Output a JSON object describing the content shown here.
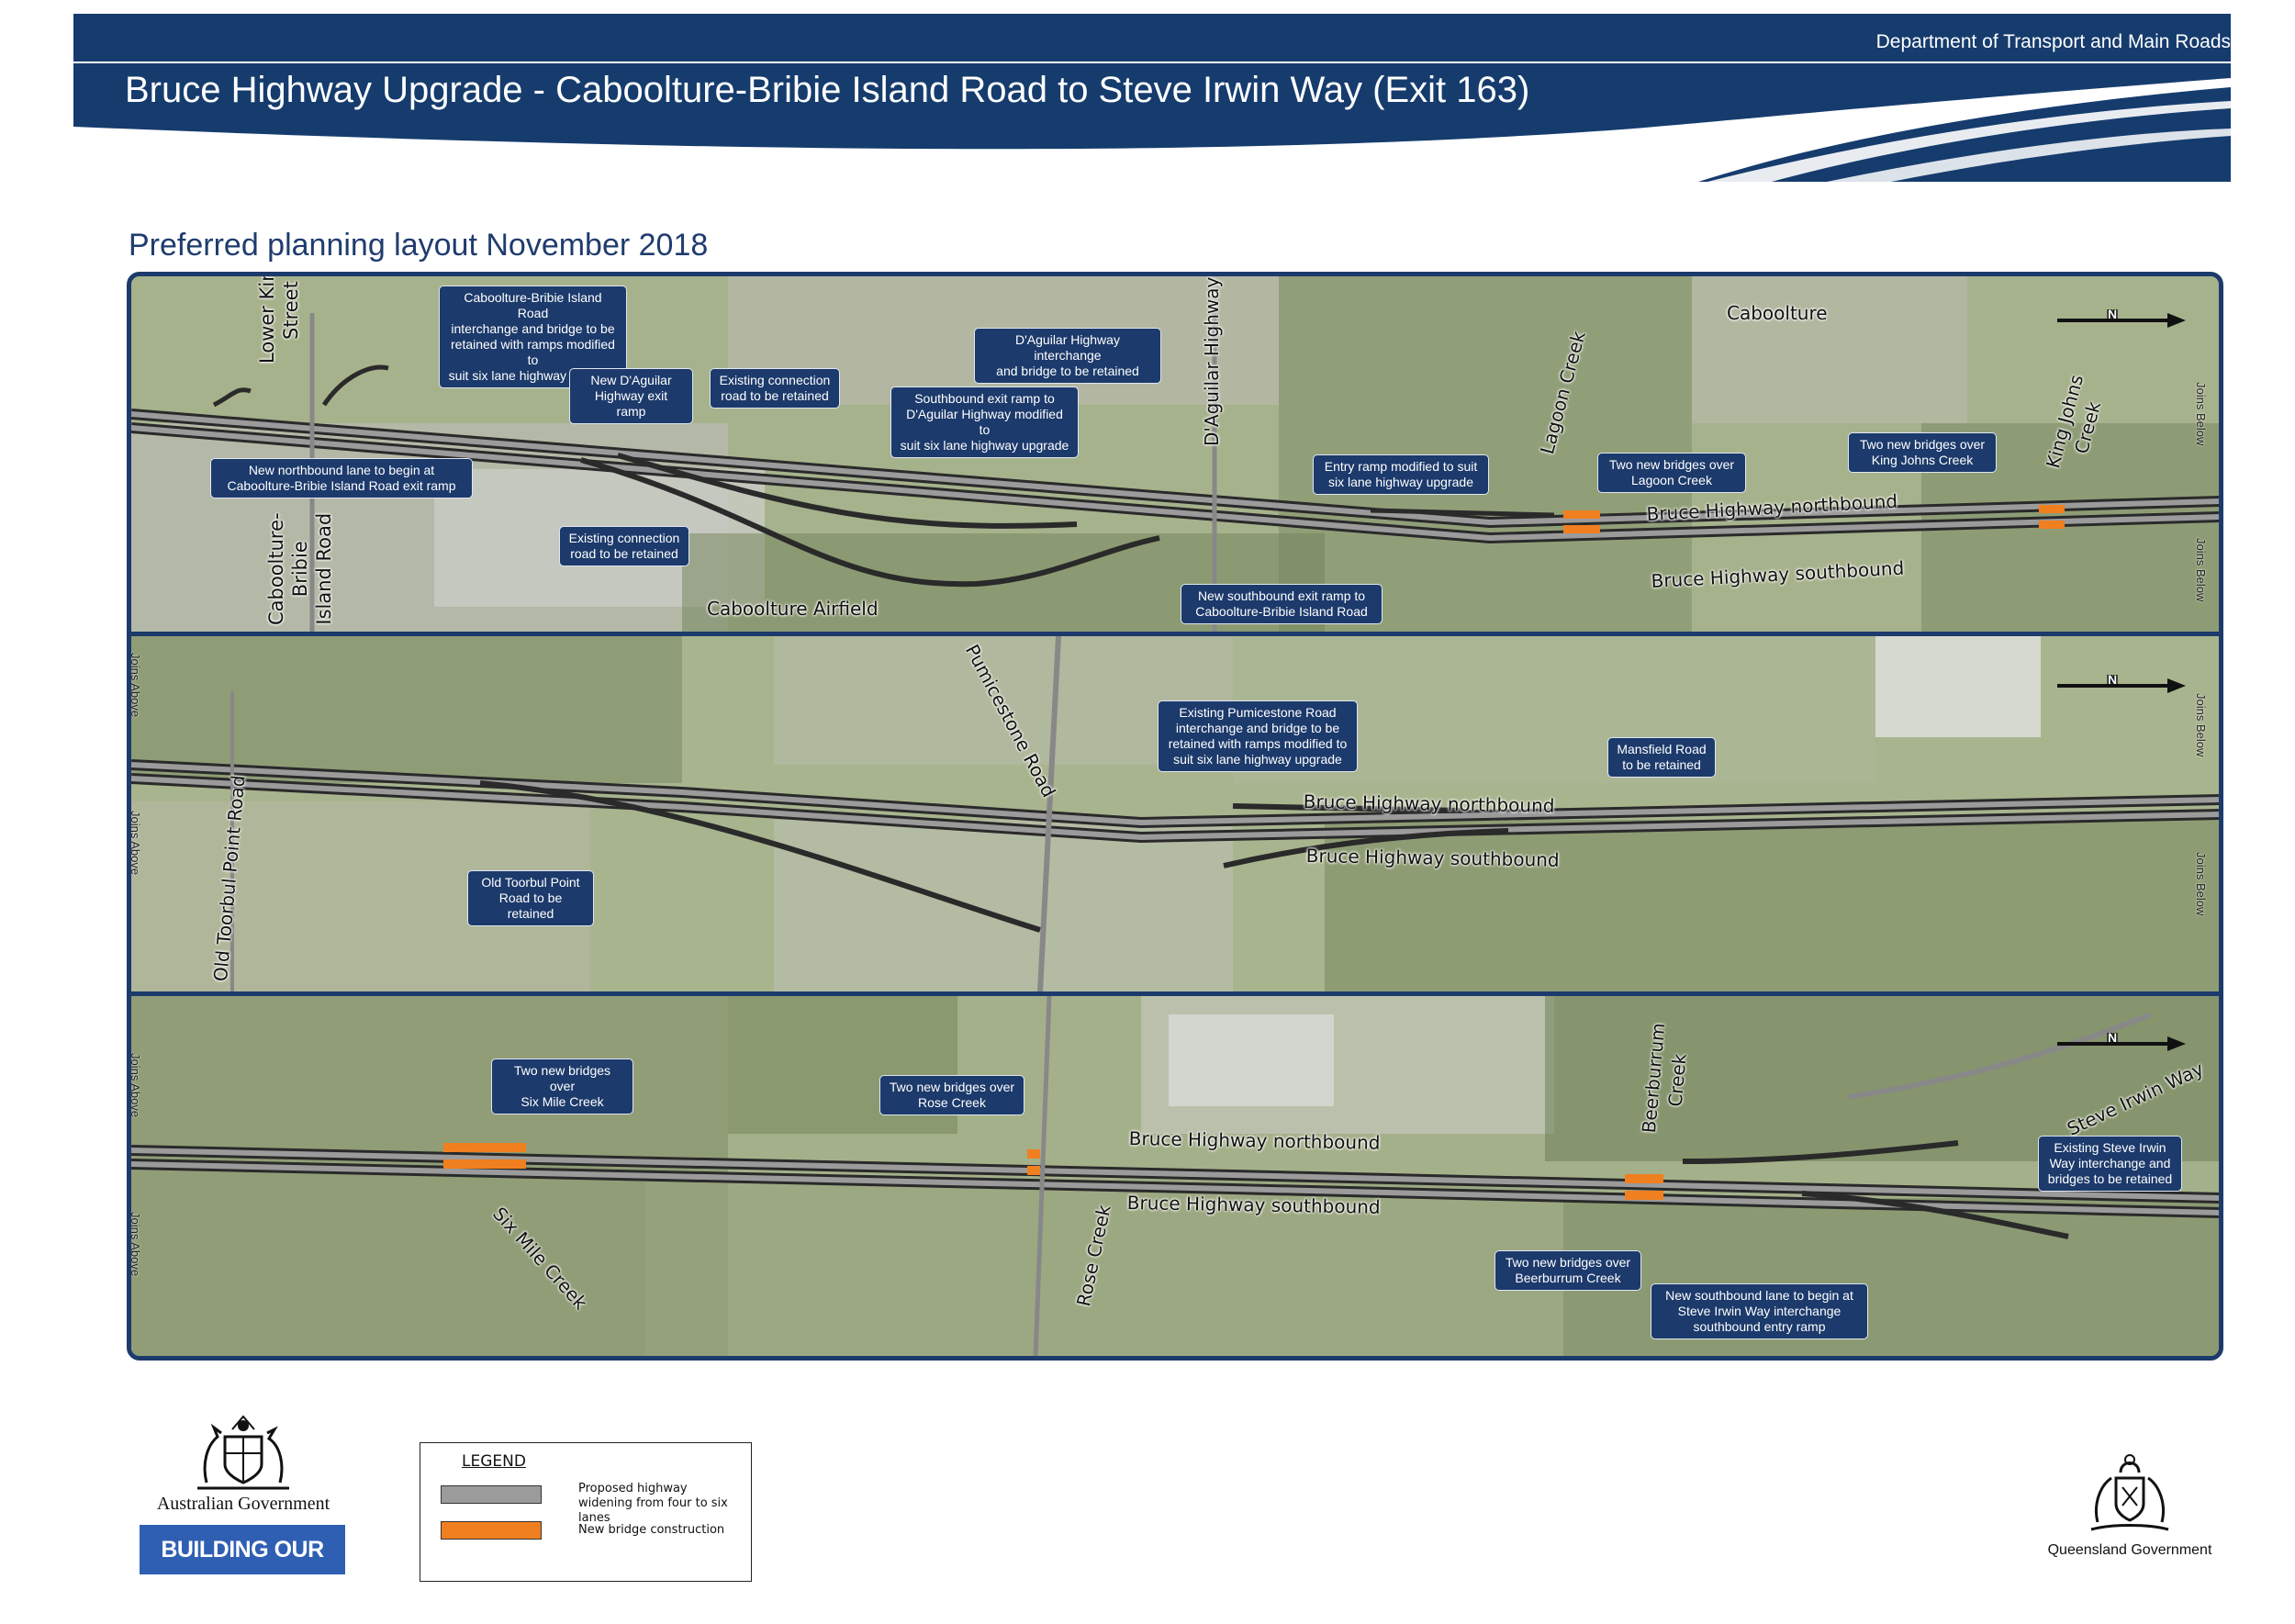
{
  "header": {
    "department": "Department of Transport and Main Roads",
    "title": "Bruce Highway Upgrade - Caboolture-Bribie Island Road to Steve Irwin Way (Exit 163)"
  },
  "subtitle": "Preferred planning layout November 2018",
  "colors": {
    "navy": "#163c6e",
    "callout_bg": "#1c3a6b",
    "widening_grey": "#9b9b9b",
    "bridge_orange": "#f07f1f",
    "aerial_green": "#a9b58f"
  },
  "icons": {
    "north_arrow": "north-arrow-icon",
    "au_crest": "coat-of-arms-icon",
    "qld_crest": "coat-of-arms-icon"
  },
  "panel1": {
    "callouts": [
      "Caboolture-Bribie Island Road\ninterchange and bridge to be\nretained with ramps modified to\nsuit six lane highway upgrade",
      "New D'Aguilar\nHighway exit ramp",
      "Existing connection\nroad to be retained",
      "Southbound exit ramp to\nD'Aguilar Highway modified to\nsuit six lane highway upgrade",
      "D'Aguilar Highway interchange\nand bridge to be retained",
      "New northbound lane to begin at\nCaboolture-Bribie Island Road exit ramp",
      "Existing connection\nroad to be retained",
      "New southbound exit ramp to\nCaboolture-Bribie Island Road",
      "Entry ramp modified to suit\nsix lane highway upgrade",
      "Two new bridges over\nLagoon Creek",
      "Two new bridges over\nKing Johns Creek"
    ],
    "labels": {
      "lower_king_street": "Lower King\nStreet",
      "caboolture_bribie_road": "Caboolture-\nBribie\nIsland Road",
      "daguilar_highway": "D'Aguilar Highway",
      "lagoon_creek": "Lagoon Creek",
      "caboolture": "Caboolture",
      "caboolture_airfield": "Caboolture Airfield",
      "king_johns_creek": "King Johns\nCreek",
      "northbound": "Bruce Highway northbound",
      "southbound": "Bruce Highway southbound"
    },
    "joins_right": "Joins Below"
  },
  "panel2": {
    "callouts": [
      "Existing Pumicestone Road\ninterchange and bridge to be\nretained with ramps modified to\nsuit six lane highway upgrade",
      "Mansfield Road\nto be retained",
      "Old Toorbul Point\nRoad to be retained"
    ],
    "labels": {
      "pumicestone_road": "Pumicestone Road",
      "old_toorbul_point_road": "Old Toorbul Point Road",
      "northbound": "Bruce Highway northbound",
      "southbound": "Bruce Highway southbound"
    },
    "joins_left": "Joins Above",
    "joins_right": "Joins Below"
  },
  "panel3": {
    "callouts": [
      "Two new bridges over\nSix Mile Creek",
      "Two new bridges over\nRose Creek",
      "Existing Steve Irwin\nWay interchange and\nbridges to be retained",
      "Two new bridges over\nBeerburrum Creek",
      "New southbound lane to begin at\nSteve Irwin Way interchange\nsouthbound entry ramp"
    ],
    "labels": {
      "six_mile_creek": "Six Mile Creek",
      "rose_creek": "Rose Creek",
      "beerburrum_creek": "Beerburrum\nCreek",
      "steve_irwin_way": "Steve Irwin Way",
      "northbound": "Bruce Highway northbound",
      "southbound": "Bruce Highway southbound"
    },
    "joins_left": "Joins Above"
  },
  "footer": {
    "australian_government": "Australian Government",
    "building_our_future": "BUILDING OUR FUTURE",
    "queensland_government": "Queensland Government"
  },
  "legend": {
    "title": "LEGEND",
    "items": [
      {
        "label": "Proposed highway widening from four to six lanes",
        "color": "#9b9b9b"
      },
      {
        "label": "New bridge construction",
        "color": "#f07f1f"
      }
    ]
  }
}
